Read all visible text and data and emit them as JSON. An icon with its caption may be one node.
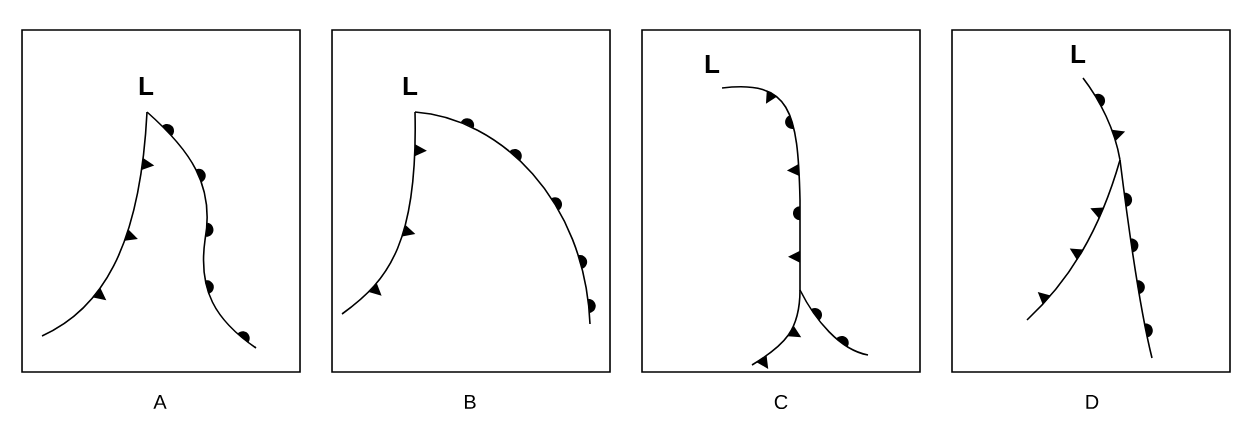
{
  "diagram": {
    "nodes": [
      {
        "text": [
          "L"
        ],
        "beside": [
          "A"
        ]
      },
      {
        "text": [
          "L"
        ],
        "beside": [
          "B"
        ]
      },
      {
        "text": [
          "L"
        ],
        "beside": [
          "C"
        ]
      },
      {
        "text": [
          "L"
        ],
        "beside": [
          "D"
        ]
      }
    ]
  }
}
